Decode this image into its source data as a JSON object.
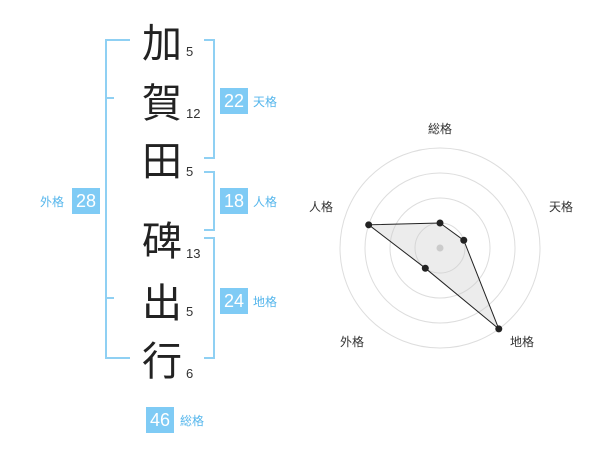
{
  "name": {
    "chars": [
      {
        "char": "加",
        "strokes": "5"
      },
      {
        "char": "賀",
        "strokes": "12"
      },
      {
        "char": "田",
        "strokes": "5"
      },
      {
        "char": "碑",
        "strokes": "13"
      },
      {
        "char": "出",
        "strokes": "5"
      },
      {
        "char": "行",
        "strokes": "6"
      }
    ]
  },
  "fortunes": {
    "tenkaku": {
      "value": "22",
      "label": "天格"
    },
    "jinkaku": {
      "value": "18",
      "label": "人格"
    },
    "chikaku": {
      "value": "24",
      "label": "地格"
    },
    "gaikaku": {
      "value": "28",
      "label": "外格"
    },
    "soukaku": {
      "value": "46",
      "label": "総格"
    }
  },
  "colors": {
    "accent": "#7fcbf5",
    "label": "#55b6ec",
    "bracket": "#8fd0f3"
  },
  "chart_data": {
    "type": "radar",
    "axes": [
      "総格",
      "天格",
      "地格",
      "外格",
      "人格"
    ],
    "values": [
      1,
      1,
      4,
      1,
      3
    ],
    "max": 4,
    "rings": 4
  }
}
